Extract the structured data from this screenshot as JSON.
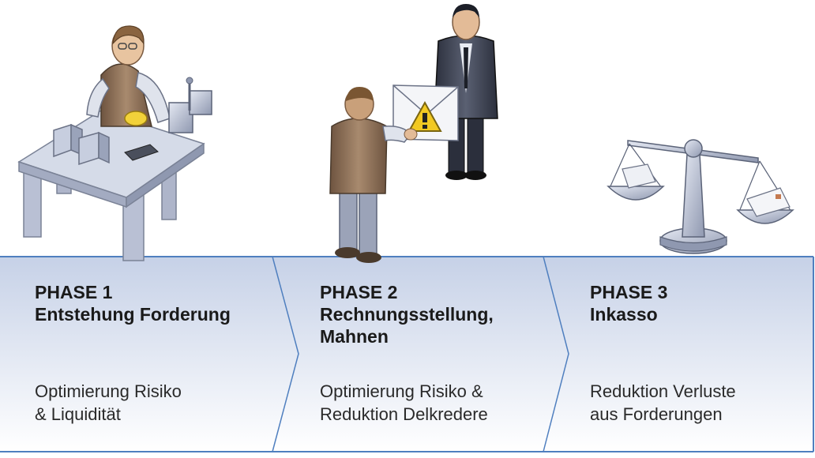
{
  "phases": [
    {
      "label": "PHASE 1",
      "title": "Entstehung Forderung",
      "title_line2": "",
      "desc_line1": "Optimierung Risiko",
      "desc_line2": "& Liquidität"
    },
    {
      "label": "PHASE 2",
      "title": "Rechnungsstellung,",
      "title_line2": "Mahnen",
      "desc_line1": "Optimierung Risiko &",
      "desc_line2": "Reduktion Delkredere"
    },
    {
      "label": "PHASE 3",
      "title": "Inkasso",
      "title_line2": "",
      "desc_line1": "Reduktion Verluste",
      "desc_line2": "aus Forderungen"
    }
  ],
  "colors": {
    "band_top": "#c9d3e8",
    "band_bottom": "#ffffff",
    "border": "#4f7fbf"
  }
}
